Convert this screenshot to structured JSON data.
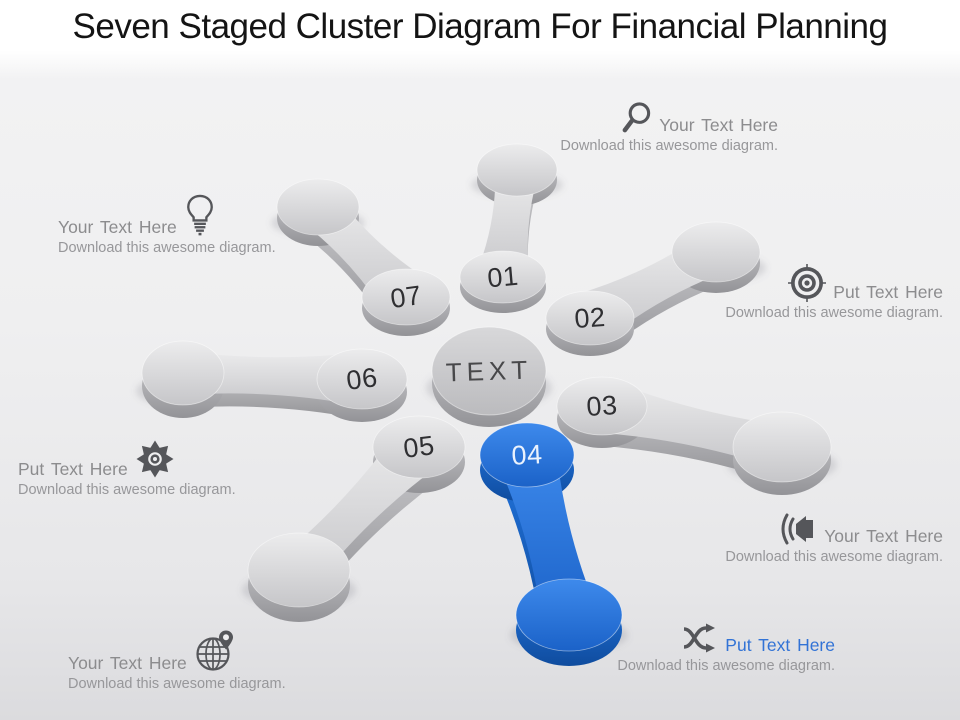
{
  "title": "Seven Staged Cluster Diagram For Financial Planning",
  "diagram": {
    "center_label": "TEXT",
    "stages": [
      {
        "number": "01",
        "highlighted": false
      },
      {
        "number": "02",
        "highlighted": false
      },
      {
        "number": "03",
        "highlighted": false
      },
      {
        "number": "04",
        "highlighted": true
      },
      {
        "number": "05",
        "highlighted": false
      },
      {
        "number": "06",
        "highlighted": false
      },
      {
        "number": "07",
        "highlighted": false
      }
    ]
  },
  "labels": {
    "top_right": {
      "icon": "magnifier-icon",
      "title": "Your Text Here",
      "subtitle": "Download this awesome diagram."
    },
    "left_upper": {
      "icon": "lightbulb-icon",
      "title": "Your Text Here",
      "subtitle": "Download this awesome diagram."
    },
    "right": {
      "icon": "target-icon",
      "title": "Put Text Here",
      "subtitle": "Download this awesome diagram."
    },
    "left_middle": {
      "icon": "gear-icon",
      "title": "Put Text Here",
      "subtitle": "Download this awesome diagram."
    },
    "bottom_right": {
      "icon": "speaker-icon",
      "title": "Your Text Here",
      "subtitle": "Download this awesome diagram."
    },
    "bottom_left": {
      "icon": "globe-pin-icon",
      "title": "Your Text Here",
      "subtitle": "Download this awesome diagram."
    },
    "bottom_center": {
      "icon": "shuffle-icon",
      "title": "Put Text Here",
      "subtitle": "Download this awesome diagram.",
      "highlighted": true
    }
  },
  "colors": {
    "accent_blue": "#2273DB",
    "accent_blue_light": "#3E8AEC",
    "accent_blue_dark": "#1B62C8",
    "accent_blue_side_dark": "#0F4C9E",
    "highlight_text": "#3273D6",
    "label_title_text": "#8C8C8E",
    "label_subtitle_text": "#97979A",
    "icon_gray": "#55565A",
    "stage_number_text": "#2F2F32",
    "stage_number_text_highlight": "#EAF2FD",
    "title_text": "#141414"
  }
}
